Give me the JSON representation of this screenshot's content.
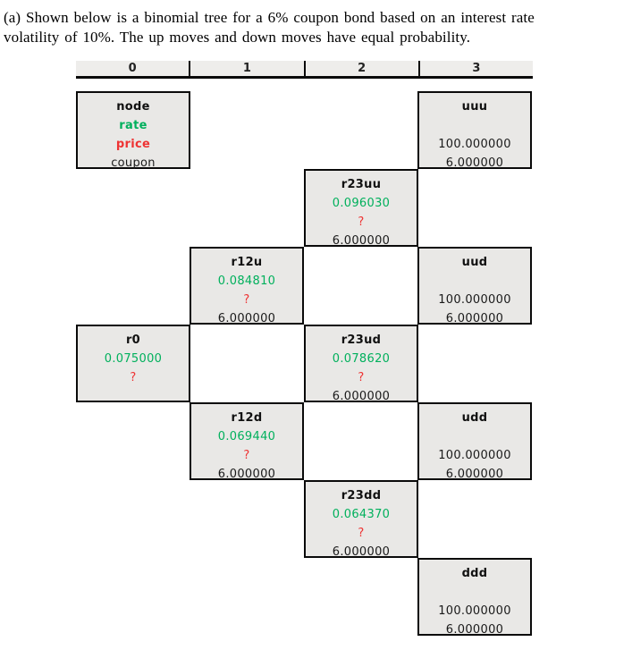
{
  "title": {
    "line1": "(a) Shown below is a binomial tree for a 6% coupon bond based on an interest rate",
    "line2": "volatility of 10%. The up moves and down moves have equal probability."
  },
  "timeline": {
    "columns": [
      "0",
      "1",
      "2",
      "3"
    ]
  },
  "legend": {
    "name": "node",
    "rate": "rate",
    "price": "price",
    "coupon": "coupon"
  },
  "nodes": {
    "r0": {
      "name": "r0",
      "rate": "0.075000",
      "price": "?",
      "coupon": ""
    },
    "r12u": {
      "name": "r12u",
      "rate": "0.084810",
      "price": "?",
      "coupon": "6.000000"
    },
    "r12d": {
      "name": "r12d",
      "rate": "0.069440",
      "price": "?",
      "coupon": "6.000000"
    },
    "r23uu": {
      "name": "r23uu",
      "rate": "0.096030",
      "price": "?",
      "coupon": "6.000000"
    },
    "r23ud": {
      "name": "r23ud",
      "rate": "0.078620",
      "price": "?",
      "coupon": "6.000000"
    },
    "r23dd": {
      "name": "r23dd",
      "rate": "0.064370",
      "price": "?",
      "coupon": "6.000000"
    },
    "uuu": {
      "name": "uuu",
      "rate": "",
      "price": "100.000000",
      "coupon": "6.000000"
    },
    "uud": {
      "name": "uud",
      "rate": "",
      "price": "100.000000",
      "coupon": "6.000000"
    },
    "udd": {
      "name": "udd",
      "rate": "",
      "price": "100.000000",
      "coupon": "6.000000"
    },
    "ddd": {
      "name": "ddd",
      "rate": "",
      "price": "100.000000",
      "coupon": "6.000000"
    }
  },
  "colors": {
    "rate_green": "#00b05c",
    "price_red": "#ee3333",
    "box_fill": "#e9e8e6",
    "header_fill": "#eeedeb"
  }
}
